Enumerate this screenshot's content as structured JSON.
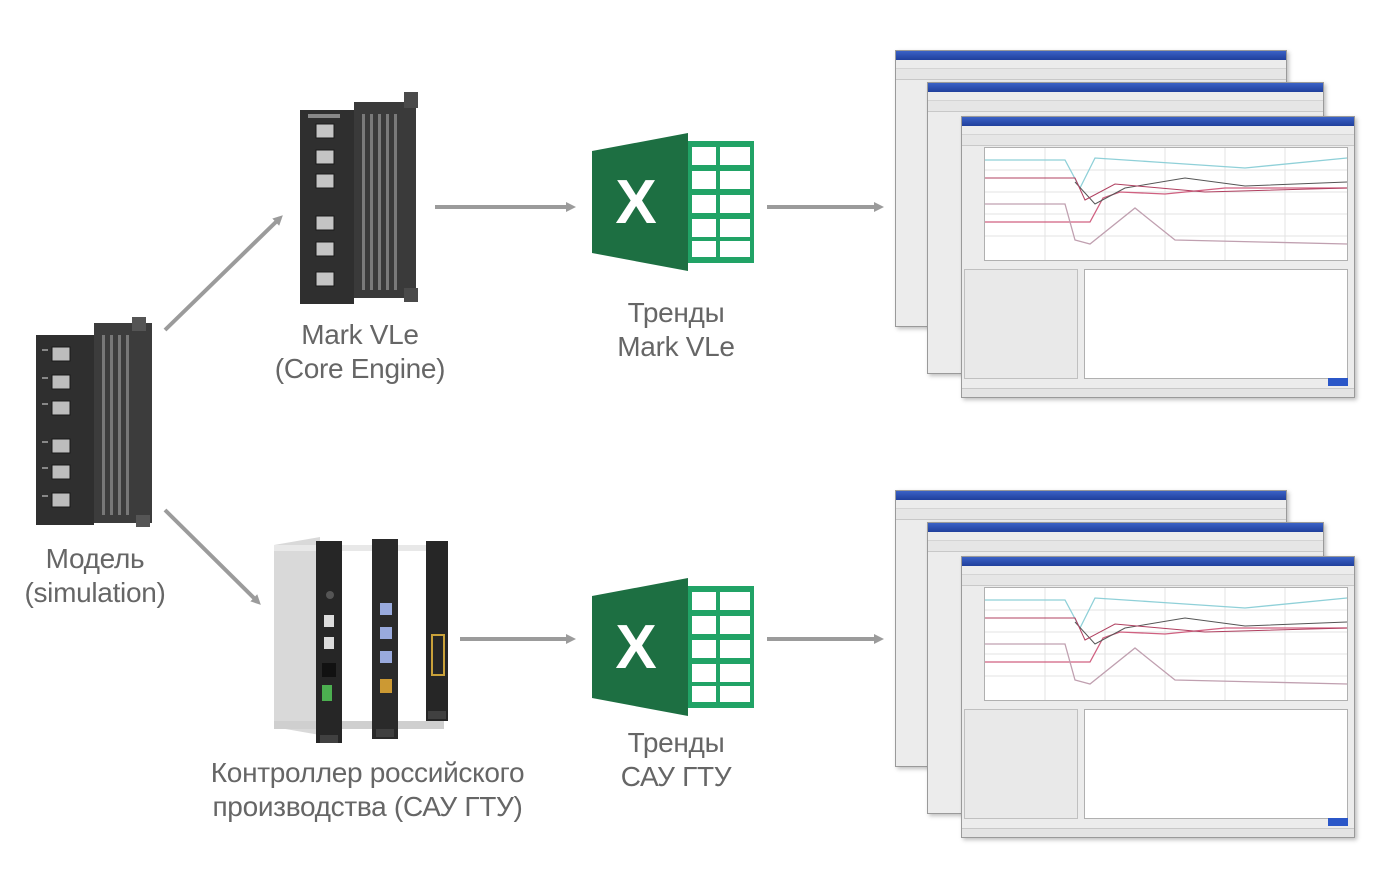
{
  "nodes": {
    "model": {
      "line1": "Модель",
      "line2": "(simulation)"
    },
    "mark_vle": {
      "line1": "Mark VLe",
      "line2": "(Core Engine)"
    },
    "russian_controller": {
      "line1": "Контроллер российского",
      "line2": "производства (САУ ГТУ)"
    },
    "excel_top": {
      "icon": "excel-icon",
      "glyph": "X",
      "line1": "Тренды",
      "line2": "Mark VLe"
    },
    "excel_bottom": {
      "icon": "excel-icon",
      "glyph": "X",
      "line1": "Тренды",
      "line2": "САУ ГТУ"
    },
    "trends_top": {
      "icon": "trend-window-stack"
    },
    "trends_bottom": {
      "icon": "trend-window-stack"
    }
  },
  "colors": {
    "arrow": "#9b9b9b",
    "label": "#666666",
    "excel_dark": "#1d6f42",
    "excel_mid": "#21a366",
    "excel_light": "#33c481",
    "device_body": "#2e2e2e",
    "window_title": "#2a4fb3"
  }
}
